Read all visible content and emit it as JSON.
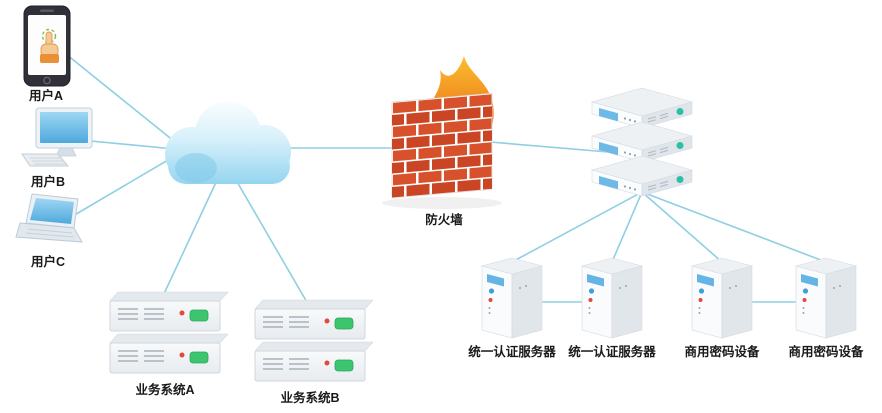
{
  "diagram": {
    "type": "network-architecture",
    "nodes": {
      "user_a": {
        "label": "用户A",
        "icon": "smartphone-icon"
      },
      "user_b": {
        "label": "用户B",
        "icon": "desktop-computer-icon"
      },
      "user_c": {
        "label": "用户C",
        "icon": "laptop-icon"
      },
      "cloud": {
        "label": "",
        "icon": "network-cloud-icon"
      },
      "firewall": {
        "label": "防火墙",
        "icon": "firewall-brick-flame-icon"
      },
      "server_cluster": {
        "label": "",
        "icon": "server-rack-stack-icon"
      },
      "business_a": {
        "label": "业务系统A",
        "icon": "server-stack-icon"
      },
      "business_b": {
        "label": "业务系统B",
        "icon": "server-stack-icon"
      },
      "auth_server_1": {
        "label": "统一认证服务器",
        "icon": "tower-server-icon"
      },
      "auth_server_2": {
        "label": "统一认证服务器",
        "icon": "tower-server-icon"
      },
      "crypto_device_1": {
        "label": "商用密码设备",
        "icon": "tower-server-icon"
      },
      "crypto_device_2": {
        "label": "商用密码设备",
        "icon": "tower-server-icon"
      }
    },
    "edges": [
      {
        "from": "user_a",
        "to": "cloud"
      },
      {
        "from": "user_b",
        "to": "cloud"
      },
      {
        "from": "user_c",
        "to": "cloud"
      },
      {
        "from": "cloud",
        "to": "firewall"
      },
      {
        "from": "firewall",
        "to": "server_cluster"
      },
      {
        "from": "cloud",
        "to": "business_a"
      },
      {
        "from": "cloud",
        "to": "business_b"
      },
      {
        "from": "server_cluster",
        "to": "auth_server_1"
      },
      {
        "from": "server_cluster",
        "to": "auth_server_2"
      },
      {
        "from": "server_cluster",
        "to": "crypto_device_1"
      },
      {
        "from": "server_cluster",
        "to": "crypto_device_2"
      },
      {
        "from": "auth_server_1",
        "to": "auth_server_2"
      },
      {
        "from": "crypto_device_1",
        "to": "crypto_device_2"
      }
    ],
    "colors": {
      "connection_line": "#8fcfe3",
      "cloud_blue": "#8fd2ef",
      "brick_red": "#d14b28",
      "flame_orange": "#f08a20",
      "flame_yellow": "#fcd233",
      "screen_blue": "#4ea8dd",
      "indicator_green": "#3cc46e",
      "led_red": "#e8453c",
      "teal_dot": "#2bbfa4",
      "background": "#ffffff"
    }
  }
}
